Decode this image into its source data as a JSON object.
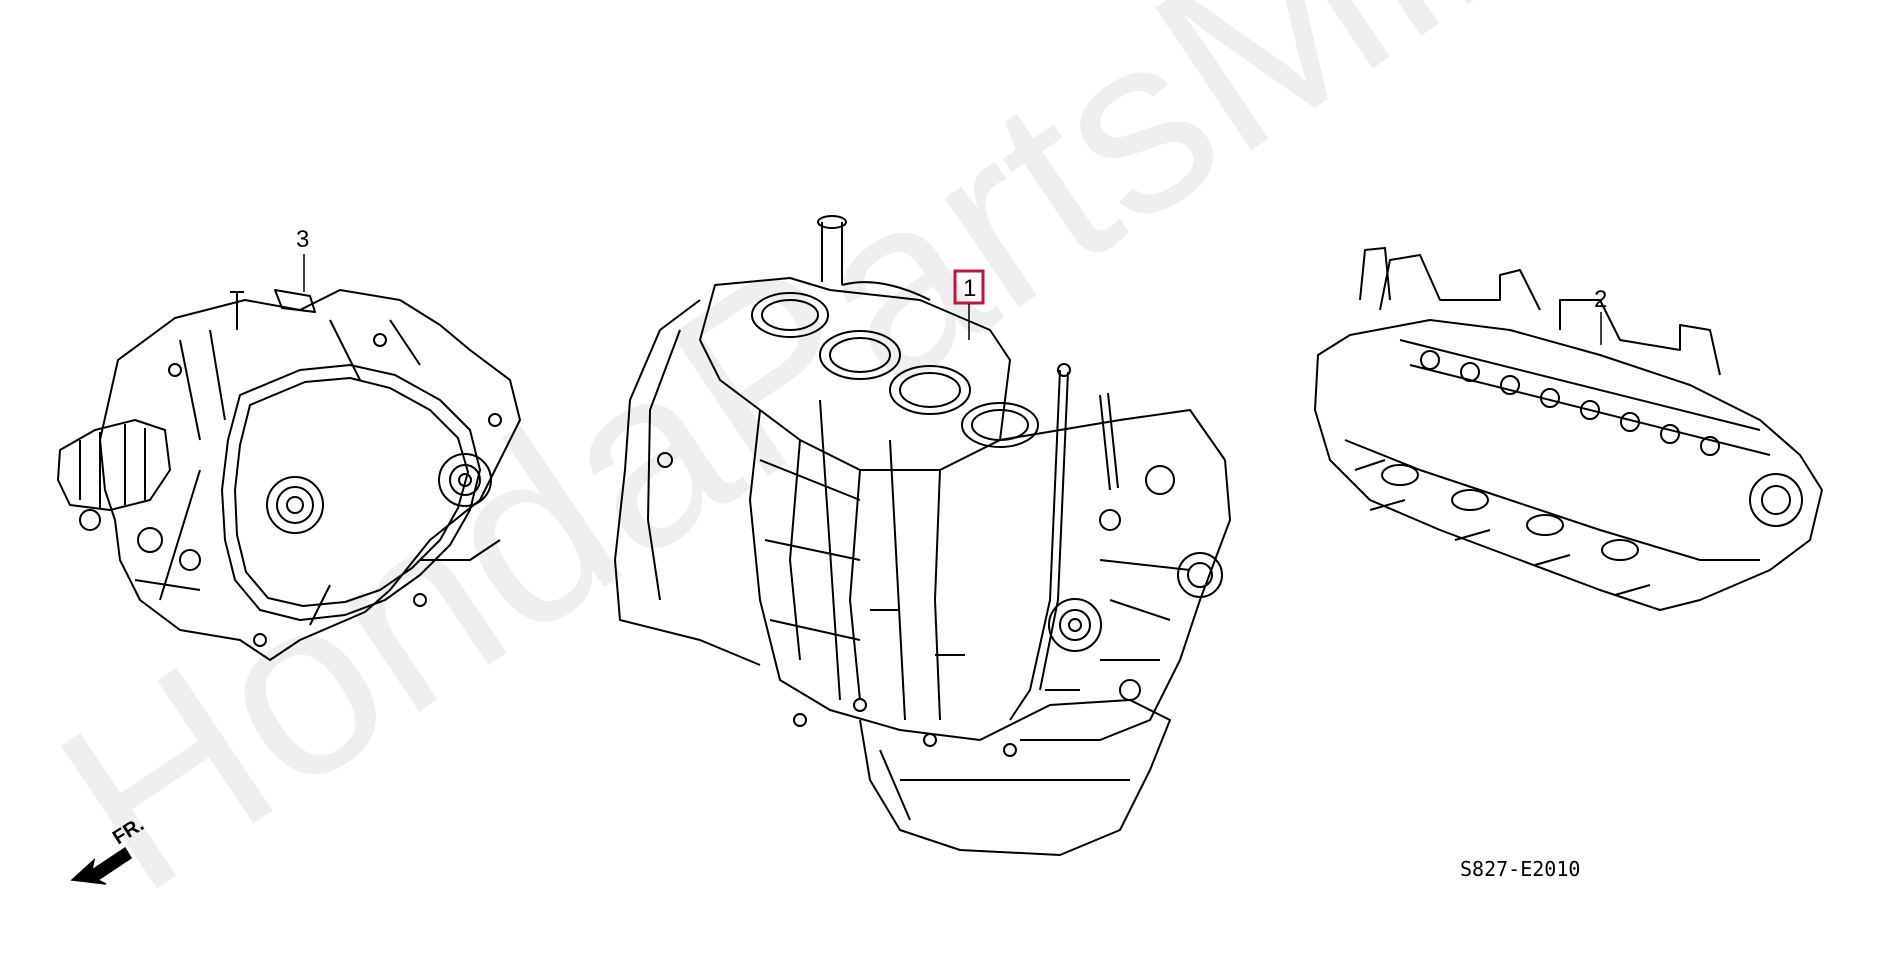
{
  "watermark": "HondaPartsMine.ru",
  "front_indicator": "FR.",
  "diagram_code": "S827-E2010",
  "callouts": {
    "engine_block": "1",
    "cylinder_head": "2",
    "transmission": "3"
  },
  "colors": {
    "line": "#000000",
    "background": "#ffffff",
    "highlight": "#c0143c"
  },
  "icons": {
    "front_arrow": "arrow-icon"
  }
}
